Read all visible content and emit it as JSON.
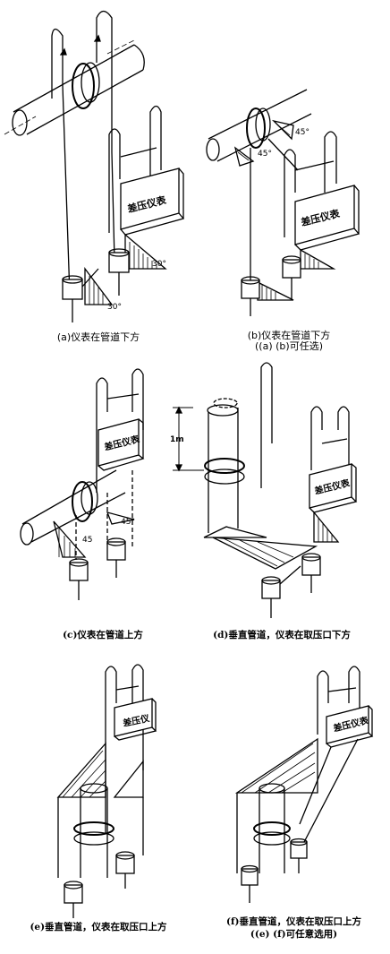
{
  "panels": {
    "a": {
      "caption": "(a)仪表在管道下方",
      "box_label": "差压仪表",
      "angle_top": "30°",
      "angle_bottom": "30°"
    },
    "b": {
      "caption_line1": "(b)仪表在管道下方",
      "caption_line2": "((a) (b)可任选)",
      "box_label": "差压仪表",
      "angle_right": "45°",
      "angle_left": "45°"
    },
    "c": {
      "caption": "(c)仪表在管道上方",
      "box_label": "差压仪表",
      "angle_left": "45",
      "angle_right": "45°"
    },
    "d": {
      "caption": "(d)垂直管道，仪表在取压口下方",
      "box_label": "差压仪表",
      "dimension": "1m"
    },
    "e": {
      "caption": "(e)垂直管道，仪表在取压口上方",
      "box_label": "差压仪"
    },
    "f": {
      "caption_line1": "(f)垂直管道，仪表在取压口上方",
      "caption_line2": "((e) (f)可任意选用)",
      "box_label": "差压仪表"
    }
  }
}
